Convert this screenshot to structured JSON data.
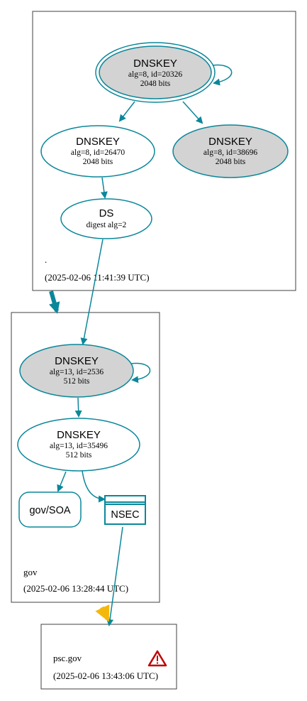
{
  "colors": {
    "edge": "#0a879a",
    "node_fill_ksk": "#d3d3d3",
    "node_fill_zsk": "#ffffff",
    "zone_border": "#404040",
    "warning": "#f4b80c",
    "error_red": "#c00000"
  },
  "zones": {
    "root": {
      "name": ".",
      "timestamp": "(2025-02-06 11:41:39 UTC)"
    },
    "gov": {
      "name": "gov",
      "timestamp": "(2025-02-06 13:28:44 UTC)"
    },
    "psc": {
      "name": "psc.gov",
      "timestamp": "(2025-02-06 13:43:06 UTC)",
      "status_icon": "error-triangle-icon"
    }
  },
  "nodes": {
    "root_ksk": {
      "title": "DNSKEY",
      "line1": "alg=8, id=20326",
      "line2": "2048 bits"
    },
    "root_zsk": {
      "title": "DNSKEY",
      "line1": "alg=8, id=26470",
      "line2": "2048 bits"
    },
    "root_key3": {
      "title": "DNSKEY",
      "line1": "alg=8, id=38696",
      "line2": "2048 bits"
    },
    "gov_ds": {
      "title": "DS",
      "line1": "digest alg=2"
    },
    "gov_ksk": {
      "title": "DNSKEY",
      "line1": "alg=13, id=2536",
      "line2": "512 bits"
    },
    "gov_zsk": {
      "title": "DNSKEY",
      "line1": "alg=13, id=35496",
      "line2": "512 bits"
    },
    "gov_soa": {
      "title": "gov/SOA"
    },
    "gov_nsec": {
      "title": "NSEC"
    }
  }
}
